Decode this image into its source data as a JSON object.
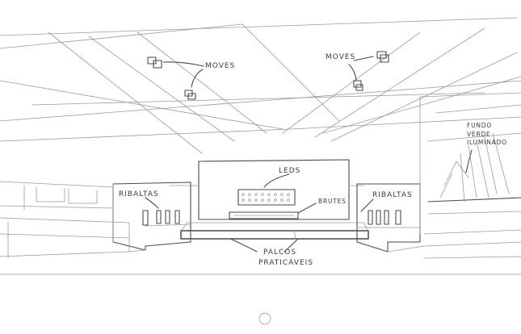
{
  "labels": {
    "moves_left": "MOVES",
    "moves_right": "MOVES",
    "leds": "LEDS",
    "brutes": "BRUTES",
    "ribaltas_left": "RIBALTAS",
    "ribaltas_right": "RIBALTAS",
    "palcos_line1": "PALCOS",
    "palcos_line2": "PRATICÁVEIS",
    "fundo_line1": "FUNDO",
    "fundo_line2": "VERDE",
    "fundo_line3": "ILUMINADO"
  }
}
